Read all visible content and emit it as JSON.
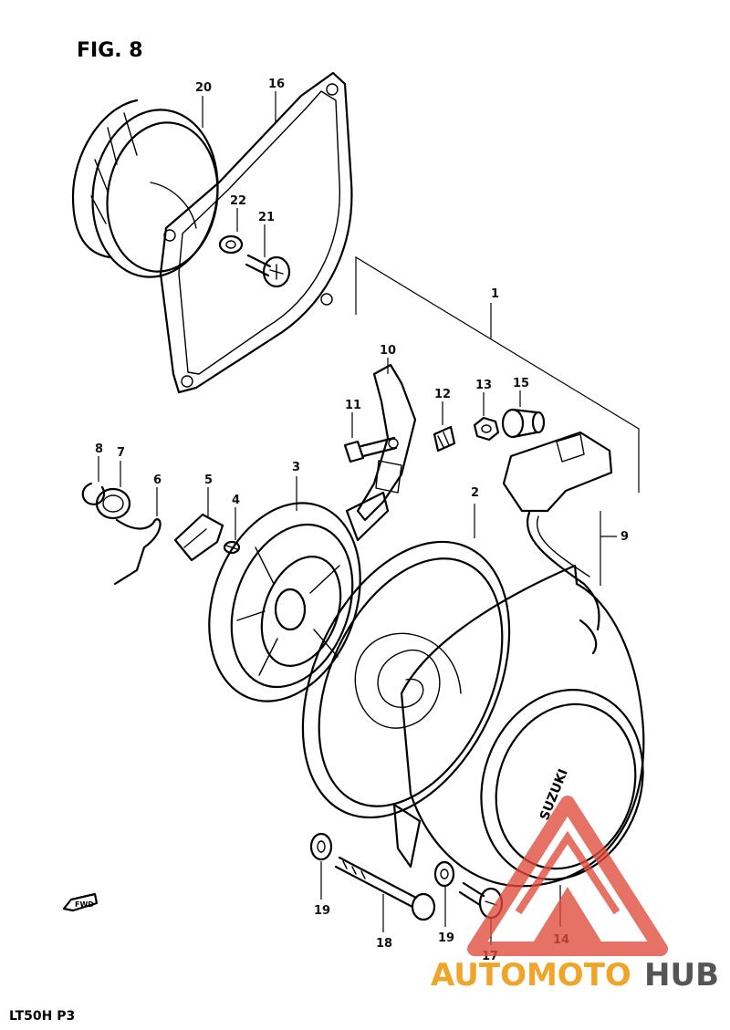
{
  "figure": {
    "title": "FIG. 8",
    "model_code": "LT50H P3",
    "fwd_label": "FWD"
  },
  "brand_on_cover": "SUZUKI",
  "watermark": {
    "part1": "AUTOMOTO",
    "part2": "HUB",
    "accent_color": "#e04a3a",
    "text_color_1": "#f0a428",
    "text_color_2": "#555555"
  },
  "callouts": [
    "1",
    "2",
    "3",
    "4",
    "5",
    "6",
    "7",
    "8",
    "9",
    "10",
    "11",
    "12",
    "13",
    "14",
    "15",
    "16",
    "17",
    "18",
    "19",
    "19",
    "20",
    "21",
    "22"
  ]
}
